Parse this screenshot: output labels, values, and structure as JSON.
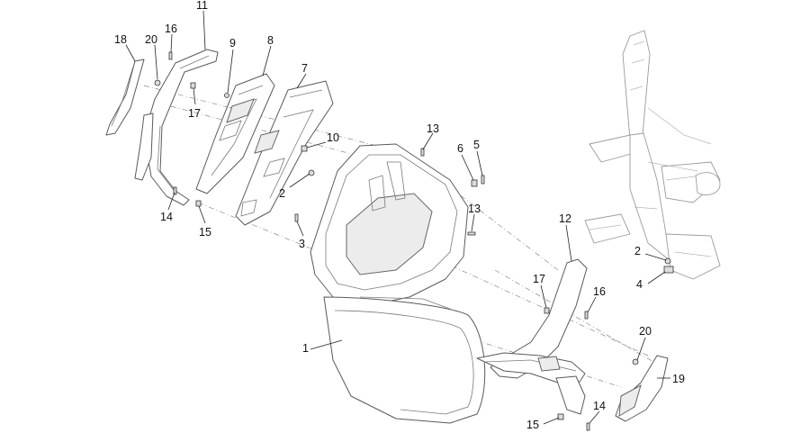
{
  "callouts": [
    {
      "id": "c-18",
      "label": "18"
    },
    {
      "id": "c-20a",
      "label": "20"
    },
    {
      "id": "c-16a",
      "label": "16"
    },
    {
      "id": "c-11",
      "label": "11"
    },
    {
      "id": "c-9",
      "label": "9"
    },
    {
      "id": "c-8",
      "label": "8"
    },
    {
      "id": "c-7",
      "label": "7"
    },
    {
      "id": "c-17a",
      "label": "17"
    },
    {
      "id": "c-13a",
      "label": "13"
    },
    {
      "id": "c-6",
      "label": "6"
    },
    {
      "id": "c-5",
      "label": "5"
    },
    {
      "id": "c-10",
      "label": "10"
    },
    {
      "id": "c-2a",
      "label": "2"
    },
    {
      "id": "c-14a",
      "label": "14"
    },
    {
      "id": "c-15a",
      "label": "15"
    },
    {
      "id": "c-13b",
      "label": "13"
    },
    {
      "id": "c-3",
      "label": "3"
    },
    {
      "id": "c-12",
      "label": "12"
    },
    {
      "id": "c-2b",
      "label": "2"
    },
    {
      "id": "c-4",
      "label": "4"
    },
    {
      "id": "c-17b",
      "label": "17"
    },
    {
      "id": "c-16b",
      "label": "16"
    },
    {
      "id": "c-1",
      "label": "1"
    },
    {
      "id": "c-20b",
      "label": "20"
    },
    {
      "id": "c-19",
      "label": "19"
    },
    {
      "id": "c-14b",
      "label": "14"
    },
    {
      "id": "c-15b",
      "label": "15"
    }
  ],
  "colors": {
    "line": "#5a5a5a",
    "frame": "#9a9a9a",
    "text": "#111111",
    "background": "#ffffff"
  }
}
